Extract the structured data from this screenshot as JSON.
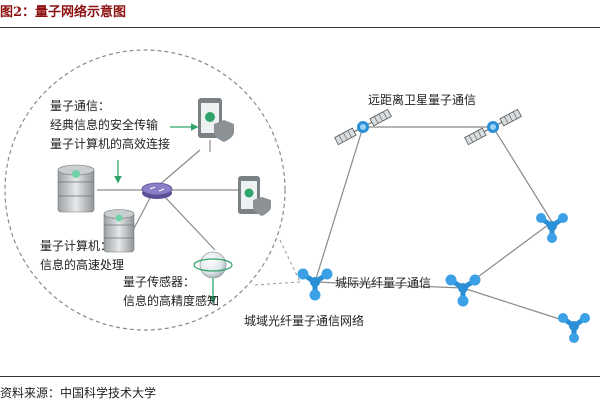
{
  "figure": {
    "title": "图2：量子网络示意图",
    "source": "资料来源：中国科学技术大学"
  },
  "labels": {
    "comm_title": "量子通信：",
    "comm_line1": "经典信息的安全传输",
    "comm_line2": "量子计算机的高效连接",
    "computer_title": "量子计算机：",
    "computer_desc": "信息的高速处理",
    "sensor_title": "量子传感器：",
    "sensor_desc": "信息的高精度感知",
    "satellite": "远距离卫星量子通信",
    "intercity": "城际光纤量子通信",
    "metro": "城域光纤量子通信网络"
  },
  "colors": {
    "title": "#8c1010",
    "node_blue": "#2a8fd4",
    "line_gray": "#888888",
    "arrow_green": "#2ea36b",
    "dashed_circle": "#8a8a8a"
  }
}
